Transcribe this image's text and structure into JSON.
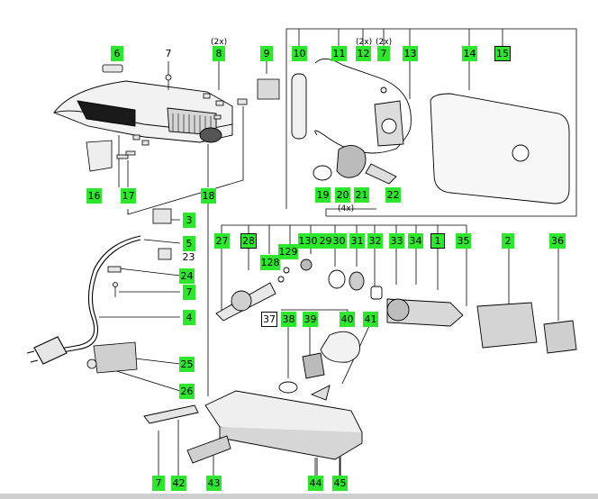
{
  "labels": {
    "l6": "6",
    "l7a": "7",
    "l8": "8",
    "l9": "9",
    "l10": "10",
    "l11": "11",
    "l12": "12",
    "l7b": "7",
    "l13": "13",
    "l14": "14",
    "l15": "15",
    "l16": "16",
    "l17": "17",
    "l18": "18",
    "l19": "19",
    "l20": "20",
    "l21": "21",
    "l22": "22",
    "l3": "3",
    "l5": "5",
    "l23": "23",
    "l24": "24",
    "l7c": "7",
    "l4": "4",
    "l25": "25",
    "l26": "26",
    "l7d": "7",
    "l42": "42",
    "l43": "43",
    "l44": "44",
    "l45": "45",
    "l27": "27",
    "l28": "28",
    "l128": "128",
    "l129": "129",
    "l130": "130",
    "l29": "29",
    "l30": "30",
    "l31": "31",
    "l32": "32",
    "l33": "33",
    "l34": "34",
    "l1": "1",
    "l35": "35",
    "l2": "2",
    "l36": "36",
    "l37": "37",
    "l38": "38",
    "l39": "39",
    "l40": "40",
    "l41": "41"
  },
  "notes": {
    "n2x_a": "(2x)",
    "n2x_b": "(2x)",
    "n2x_c": "(2x)",
    "n4x": "(4x)"
  }
}
